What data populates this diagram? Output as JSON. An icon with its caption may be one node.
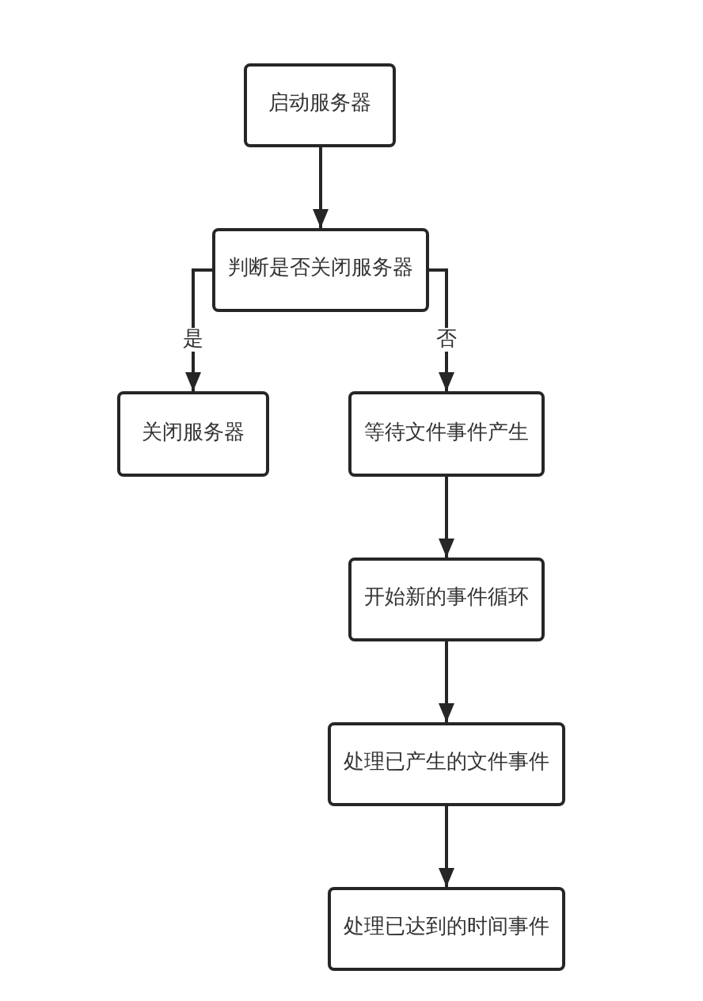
{
  "diagram": {
    "nodes": [
      {
        "text": [
          "启动服务器"
        ]
      },
      {
        "text": [
          "判断是否关闭服务器"
        ]
      },
      {
        "text": [
          "关闭服务器"
        ]
      },
      {
        "text": [
          "等待文件事件产生"
        ]
      },
      {
        "text": [
          "开始新的事件循环"
        ]
      },
      {
        "text": [
          "处理已产生的文件事件"
        ]
      },
      {
        "text": [
          "处理已达到的时间事件"
        ]
      }
    ],
    "edges": [
      {
        "from": 0,
        "to": 1,
        "arrow": "to"
      },
      {
        "from": 1,
        "to": 2,
        "label": "是",
        "arrow": "to"
      },
      {
        "from": 1,
        "to": 3,
        "label": "否",
        "arrow": "to"
      },
      {
        "from": 3,
        "to": 4,
        "arrow": "to"
      },
      {
        "from": 4,
        "to": 5,
        "arrow": "to"
      },
      {
        "from": 5,
        "to": 6,
        "arrow": "to"
      }
    ]
  }
}
